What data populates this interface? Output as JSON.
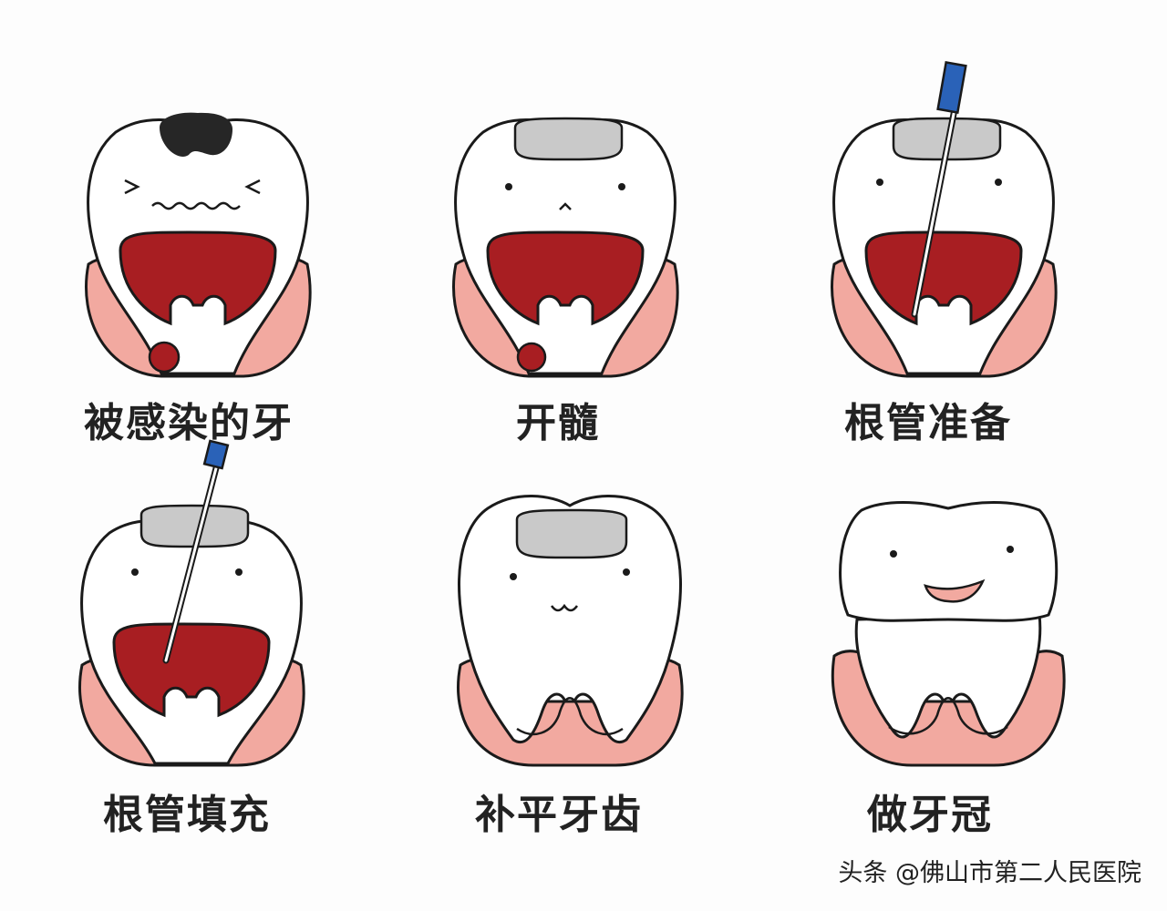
{
  "steps": [
    {
      "label": "被感染的牙"
    },
    {
      "label": "开髓"
    },
    {
      "label": "根管准备"
    },
    {
      "label": "根管填充"
    },
    {
      "label": "补平牙齿"
    },
    {
      "label": "做牙冠"
    }
  ],
  "watermark": "头条 @佛山市第二人民医院",
  "colors": {
    "gum": "#f2a9a0",
    "pulp": "#a81e22",
    "tooth": "#ffffff",
    "filling": "#c9c9c9",
    "decay": "#262626",
    "instrument": "#2a62b8",
    "outline": "#1a1a1a"
  }
}
